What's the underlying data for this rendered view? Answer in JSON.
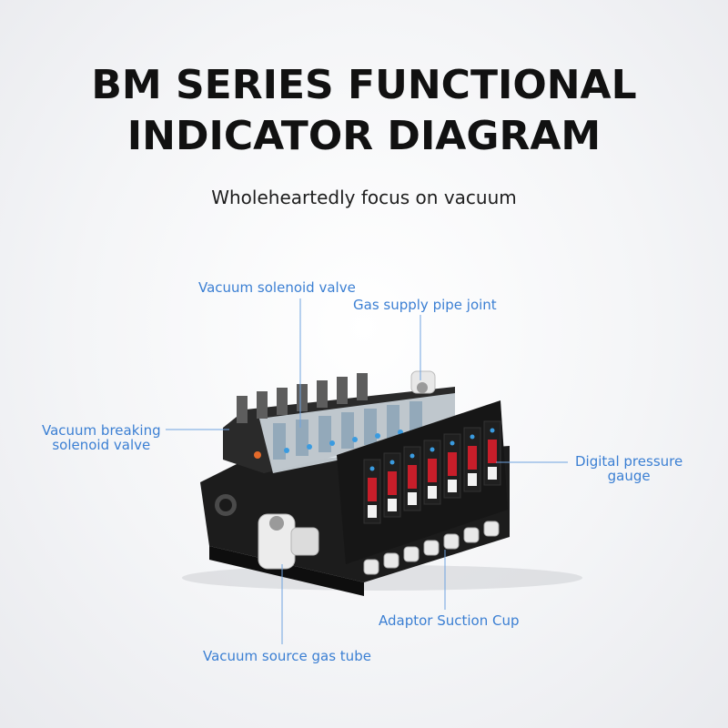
{
  "title": {
    "line1": "BM SERIES FUNCTIONAL",
    "line2": "INDICATOR DIAGRAM"
  },
  "subtitle": "Wholeheartedly focus on vacuum",
  "callouts": {
    "vacuum_solenoid_valve": "Vacuum solenoid valve",
    "gas_supply_pipe_joint": "Gas supply pipe joint",
    "vacuum_breaking": {
      "line1": "Vacuum breaking",
      "line2": "solenoid valve"
    },
    "digital_pressure_gauge": {
      "line1": "Digital pressure",
      "line2": "gauge"
    },
    "adaptor_suction_cup": "Adaptor Suction Cup",
    "vacuum_source_gas_tube": "Vacuum source gas tube"
  },
  "colors": {
    "callout_text": "#3b7fd3",
    "leader_line": "#6fa3e0",
    "block_black": "#151515",
    "gauge_display": "#c81e2a",
    "valve_clear": "#d9e3ea"
  },
  "icons": [
    "leader-line",
    "pipe-fitting",
    "valve-manifold"
  ]
}
